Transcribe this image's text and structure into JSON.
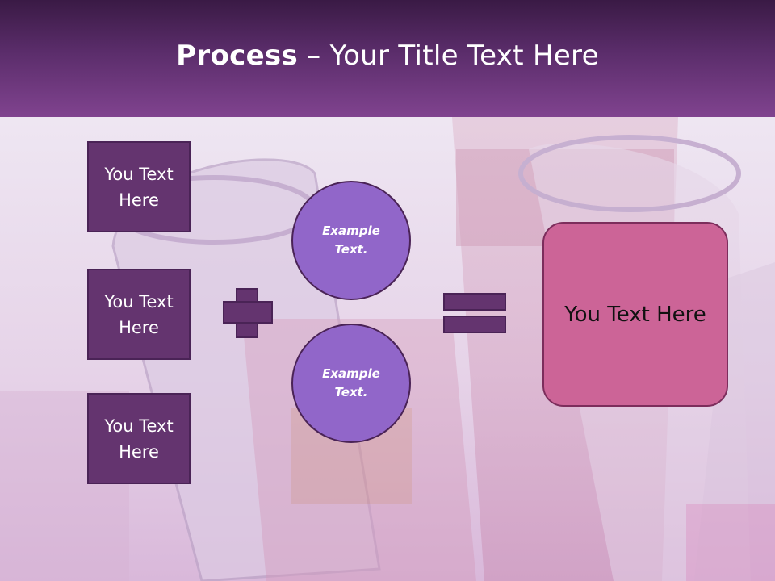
{
  "header": {
    "title_bold": "Process",
    "title_rest": " – Your Title Text Here"
  },
  "left_boxes": [
    {
      "label": "You Text Here"
    },
    {
      "label": "You Text Here"
    },
    {
      "label": "You Text Here"
    }
  ],
  "circles": [
    {
      "label": "Example Text."
    },
    {
      "label": "Example Text."
    }
  ],
  "result": {
    "label": "You Text Here"
  },
  "colors": {
    "header_dark": "#3a1a45",
    "header_light": "#80438f",
    "box_fill": "#64346f",
    "circle_fill": "#9166c9",
    "result_fill": "#cc6497"
  }
}
